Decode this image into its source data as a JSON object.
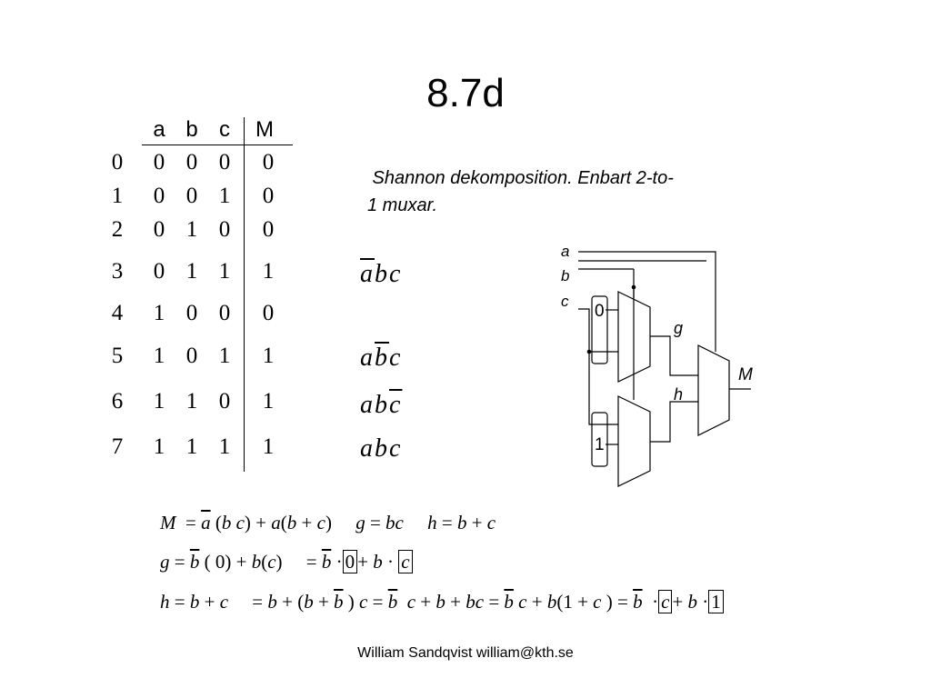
{
  "slide": {
    "title": "8.7d",
    "description_line1": " Shannon dekomposition. Enbart 2-to-",
    "description_line2": "1 muxar.",
    "footer": "William Sandqvist william@kth.se"
  },
  "truth_table": {
    "headers": [
      "a",
      "b",
      "c",
      "M"
    ],
    "rows": [
      {
        "index": "0",
        "a": "0",
        "b": "0",
        "c": "0",
        "m": "0"
      },
      {
        "index": "1",
        "a": "0",
        "b": "0",
        "c": "1",
        "m": "0"
      },
      {
        "index": "2",
        "a": "0",
        "b": "1",
        "c": "0",
        "m": "0"
      },
      {
        "index": "3",
        "a": "0",
        "b": "1",
        "c": "1",
        "m": "1"
      },
      {
        "index": "4",
        "a": "1",
        "b": "0",
        "c": "0",
        "m": "0"
      },
      {
        "index": "5",
        "a": "1",
        "b": "0",
        "c": "1",
        "m": "1"
      },
      {
        "index": "6",
        "a": "1",
        "b": "1",
        "c": "0",
        "m": "1"
      },
      {
        "index": "7",
        "a": "1",
        "b": "1",
        "c": "1",
        "m": "1"
      }
    ]
  },
  "minterms": {
    "row3": {
      "a": "a",
      "b": "b",
      "c": "c"
    },
    "row5": {
      "a": "a",
      "b": "b",
      "c": "c"
    },
    "row6": {
      "a": "a",
      "b": "b",
      "c": "c"
    },
    "row7": {
      "a": "a",
      "b": "b",
      "c": "c"
    }
  },
  "circuit": {
    "input_a": "a",
    "input_b": "b",
    "input_c": "c",
    "const_0": "0",
    "const_1": "1",
    "signal_g": "g",
    "signal_h": "h",
    "output_m": "M"
  }
}
